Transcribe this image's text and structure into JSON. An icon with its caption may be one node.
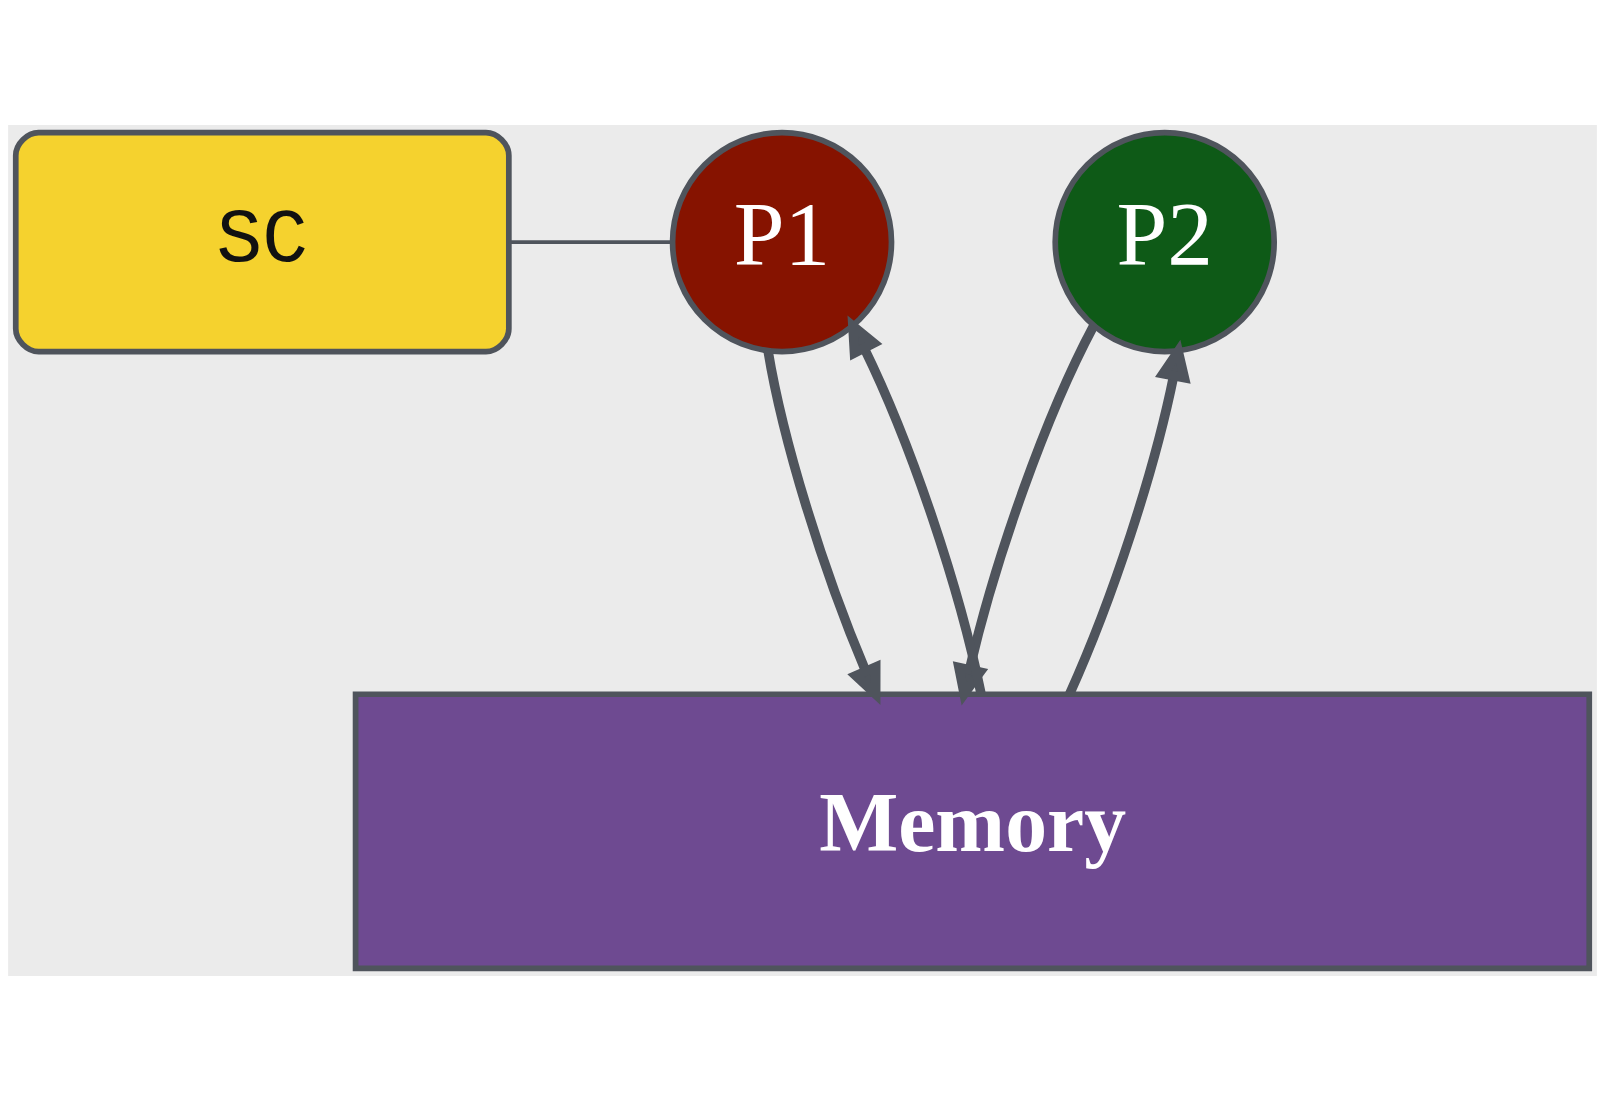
{
  "diagram": {
    "nodes": [
      {
        "text": [
          "SC"
        ]
      },
      {
        "text": [
          "P1"
        ]
      },
      {
        "text": [
          "P2"
        ]
      },
      {
        "text": [
          "Memory"
        ]
      }
    ],
    "edges": [
      {
        "from": 0,
        "to": 1,
        "arrow": "none"
      },
      {
        "from": 1,
        "to": 3,
        "arrow": "to"
      },
      {
        "from": 3,
        "to": 1,
        "arrow": "to"
      },
      {
        "from": 2,
        "to": 3,
        "arrow": "to"
      },
      {
        "from": 3,
        "to": 2,
        "arrow": "to"
      }
    ]
  }
}
